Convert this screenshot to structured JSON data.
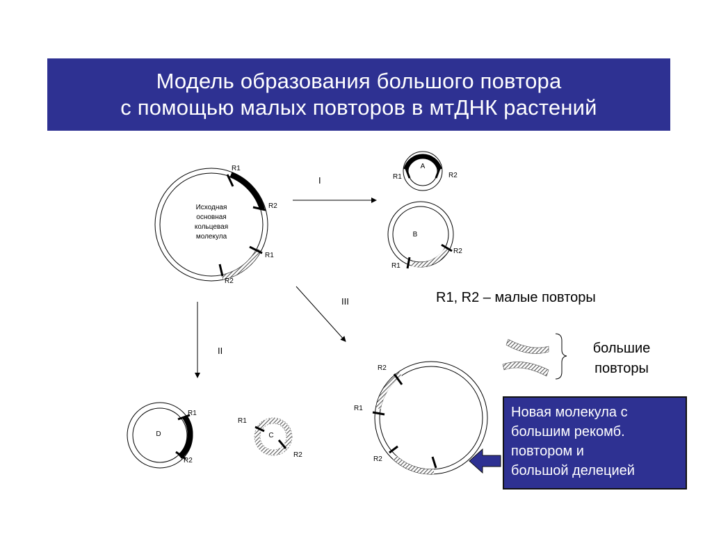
{
  "title": {
    "line1": "Модель образования большого повтора",
    "line2": "с помощью малых повторов в мтДНК растений"
  },
  "labels": {
    "r1": "R1",
    "r2": "R2",
    "original_molecule": [
      "Исходная",
      "основная",
      "кольцевая",
      "молекула"
    ],
    "circle_a": "A",
    "circle_b": "B",
    "circle_c": "C",
    "circle_d": "D",
    "path_1": "I",
    "path_2": "II",
    "path_3": "III"
  },
  "legend": {
    "small_repeats": "R1, R2 – малые повторы",
    "large_repeats": [
      "большие",
      "повторы"
    ]
  },
  "info_box": {
    "lines": [
      "Новая молекула с",
      "большим рекомб.",
      "повтором и",
      "большой делецией"
    ]
  },
  "colors": {
    "title_bg": "#2e3192",
    "title_text": "#ffffff",
    "info_bg": "#2e3192",
    "arrow_pointer": "#2e3192"
  }
}
